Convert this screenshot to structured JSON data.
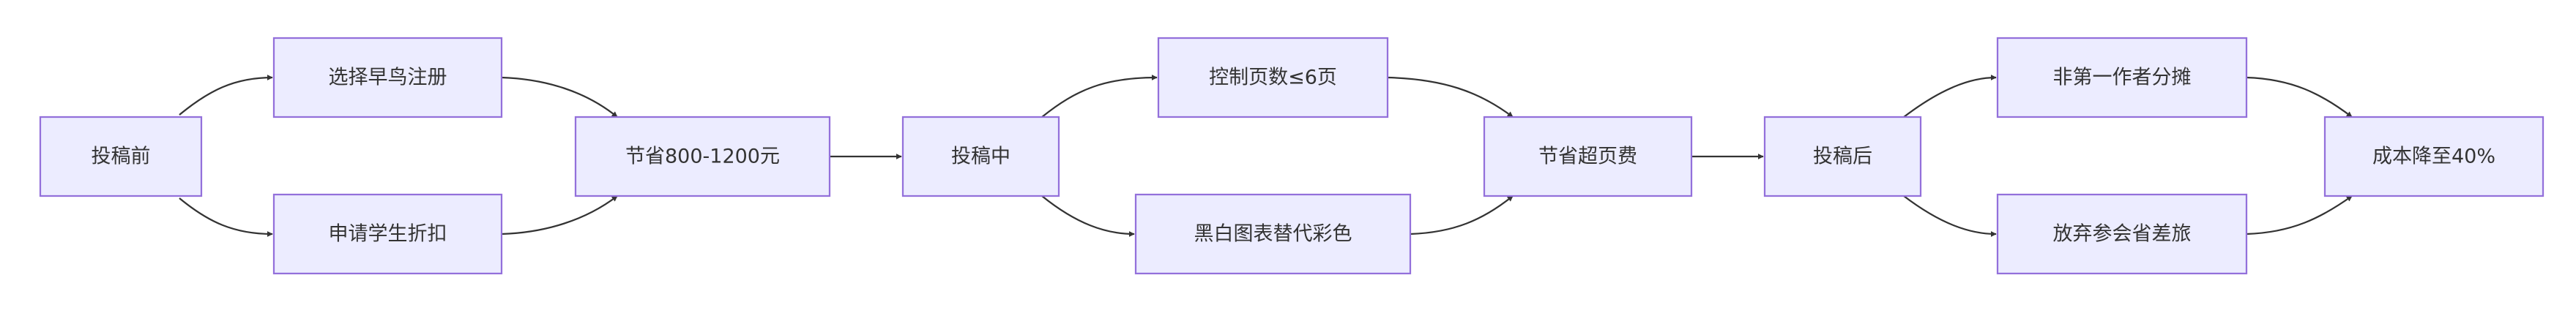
{
  "nodes": {
    "before": "投稿前",
    "early_bird": "选择早鸟注册",
    "student_discount": "申请学生折扣",
    "save_800_1200": "节省800-1200元",
    "during": "投稿中",
    "page_limit": "控制页数≤6页",
    "bw_charts": "黑白图表替代彩色",
    "save_overpage": "节省超页费",
    "after": "投稿后",
    "non_first_author": "非第一作者分摊",
    "skip_travel": "放弃参会省差旅",
    "cost_40": "成本降至40%"
  },
  "edges": [
    [
      "before",
      "early_bird"
    ],
    [
      "before",
      "student_discount"
    ],
    [
      "early_bird",
      "save_800_1200"
    ],
    [
      "student_discount",
      "save_800_1200"
    ],
    [
      "save_800_1200",
      "during"
    ],
    [
      "during",
      "page_limit"
    ],
    [
      "during",
      "bw_charts"
    ],
    [
      "page_limit",
      "save_overpage"
    ],
    [
      "bw_charts",
      "save_overpage"
    ],
    [
      "save_overpage",
      "after"
    ],
    [
      "after",
      "non_first_author"
    ],
    [
      "after",
      "skip_travel"
    ],
    [
      "non_first_author",
      "cost_40"
    ],
    [
      "skip_travel",
      "cost_40"
    ]
  ],
  "colors": {
    "node_fill": "#ECECFF",
    "node_stroke": "#9370DB",
    "edge": "#333333",
    "text": "#333333"
  }
}
